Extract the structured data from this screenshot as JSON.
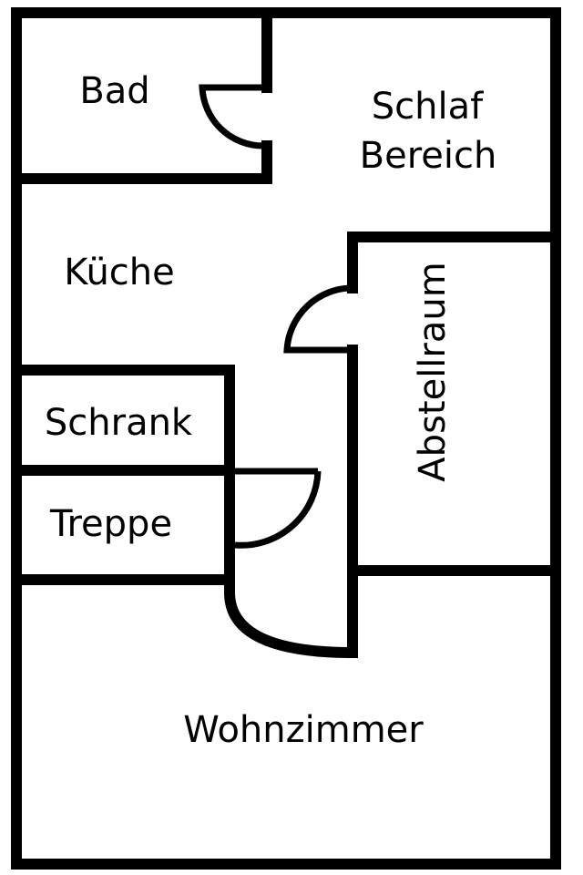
{
  "rooms": {
    "bad": "Bad",
    "schlaf_line1": "Schlaf",
    "schlaf_line2": "Bereich",
    "kueche": "Küche",
    "abstellraum": "Abstellraum",
    "schrank": "Schrank",
    "treppe": "Treppe",
    "wohnzimmer": "Wohnzimmer"
  },
  "colors": {
    "walls": "#000000",
    "background": "#ffffff"
  }
}
